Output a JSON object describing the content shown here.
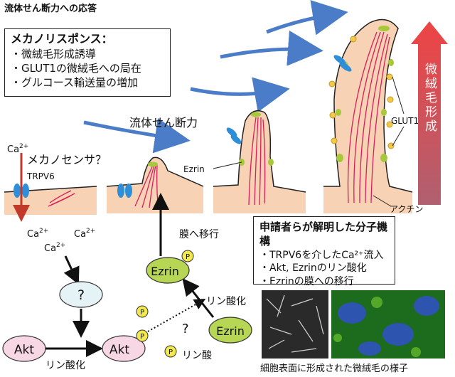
{
  "title": "流体せん断力への応答",
  "mechano_box": {
    "heading": "メカノリスポンス：",
    "items": [
      "・微絨毛形成誘導",
      "・GLUT1の微絨毛への局在",
      "・グルコース輸送量の増加"
    ]
  },
  "labels": {
    "shear_force": "流体せん断力",
    "mechanosensor": "メカノセンサ？",
    "ca": "Ca",
    "ca_sup": "2+",
    "trpv6": "TRPV6",
    "ezrin_label": "Ezrin",
    "glut1": "GLUT1",
    "actin": "アクチン",
    "to_membrane": "膜へ移行",
    "phosphorylation1": "リン酸化",
    "phosphorylation2": "リン酸化",
    "phosphate": "リン酸",
    "question_dotted": "?",
    "unknown_node": "?",
    "p": "P",
    "akt": "Akt",
    "ezrin": "Ezrin"
  },
  "microvilli_arrow": "微絨毛形成",
  "findings_box": {
    "heading": "申請者らが解明した分子機構",
    "items": [
      "・TRPV6を介したCa²⁺流入",
      "・Akt, Ezrinのリン酸化",
      "・Ezrinの膜への移行"
    ]
  },
  "photo_caption": "細胞表面に形成された微絨毛の様子",
  "colors": {
    "flow_arrow": "#4a7cc8",
    "membrane_fill": "#f7d2b4",
    "actin": "#d81e5b",
    "glut1": "#a6c83a",
    "channel": "#2e8fd8",
    "ezrin_fill": "#b7d653",
    "akt_fill": "#f8d7e4",
    "p_fill": "#f2e94a",
    "red_arrow": "#c0392b"
  }
}
